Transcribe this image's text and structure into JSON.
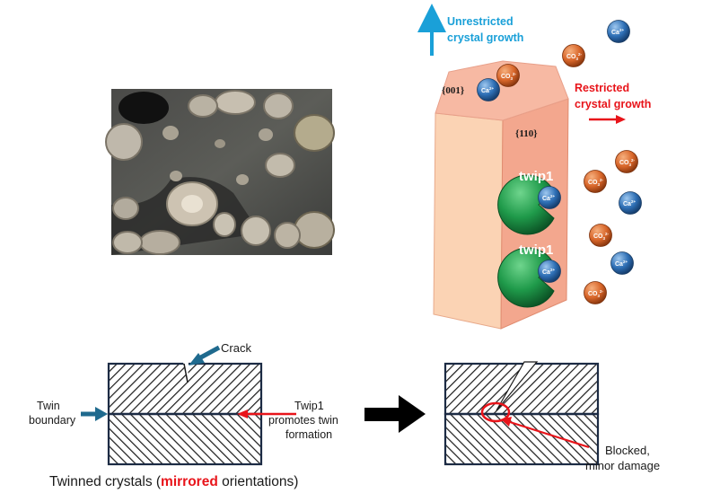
{
  "top": {
    "unrestricted_line1": "Unrestricted",
    "unrestricted_line2": "crystal growth",
    "restricted_line1": "Restricted",
    "restricted_line2": "crystal growth",
    "face_001": "{001}",
    "face_110": "{110}",
    "twip_label_1": "twip1",
    "twip_label_2": "twip1",
    "ion_ca_main": "Ca",
    "ion_ca_sup": "2+",
    "ion_co3_main": "CO",
    "ion_co3_sub": "3",
    "ion_co3_sup": "2-"
  },
  "bottom": {
    "crack_label": "Crack",
    "twin_boundary_line1": "Twin",
    "twin_boundary_line2": "boundary",
    "twip_promotes_line1": "Twip1",
    "twip_promotes_line2": "promotes twin",
    "twip_promotes_line3": "formation",
    "caption_part1": "Twinned  crystals (",
    "caption_highlight": "mirrored",
    "caption_part2": " orientations)",
    "blocked_line1": "Blocked,",
    "blocked_line2": "minor damage"
  },
  "colors": {
    "blue_text": "#1aa0d8",
    "red_text": "#e8141a",
    "crystal_front": "#fbd3b4",
    "crystal_side": "#f3a78e",
    "twip_green": "#1f9a4a",
    "ca_blue": "#2e6fb5",
    "co3_orange": "#d8662a",
    "dark_blue_arrow": "#1f6a8e",
    "box_stroke": "#1c2b44"
  }
}
